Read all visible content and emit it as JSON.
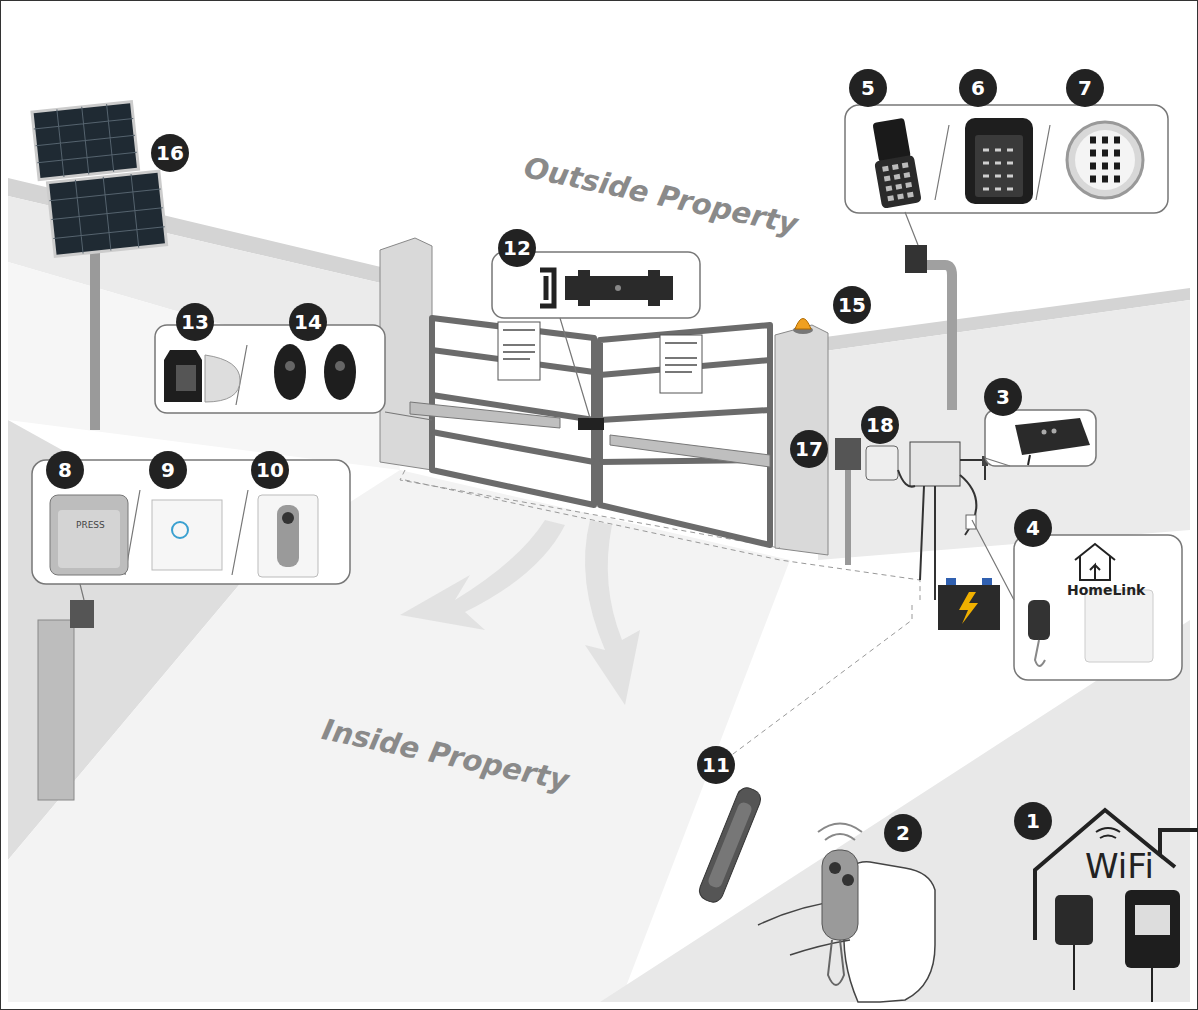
{
  "diagram": {
    "labels": [
      "16",
      "5",
      "6",
      "7",
      "Outside Property",
      "12",
      "15",
      "13",
      "14",
      "3",
      "18",
      "17",
      "4",
      "HomeLink",
      "8",
      "9",
      "10",
      "PRESS",
      "Inside Property",
      "11",
      "2",
      "1",
      "WiFi"
    ]
  }
}
